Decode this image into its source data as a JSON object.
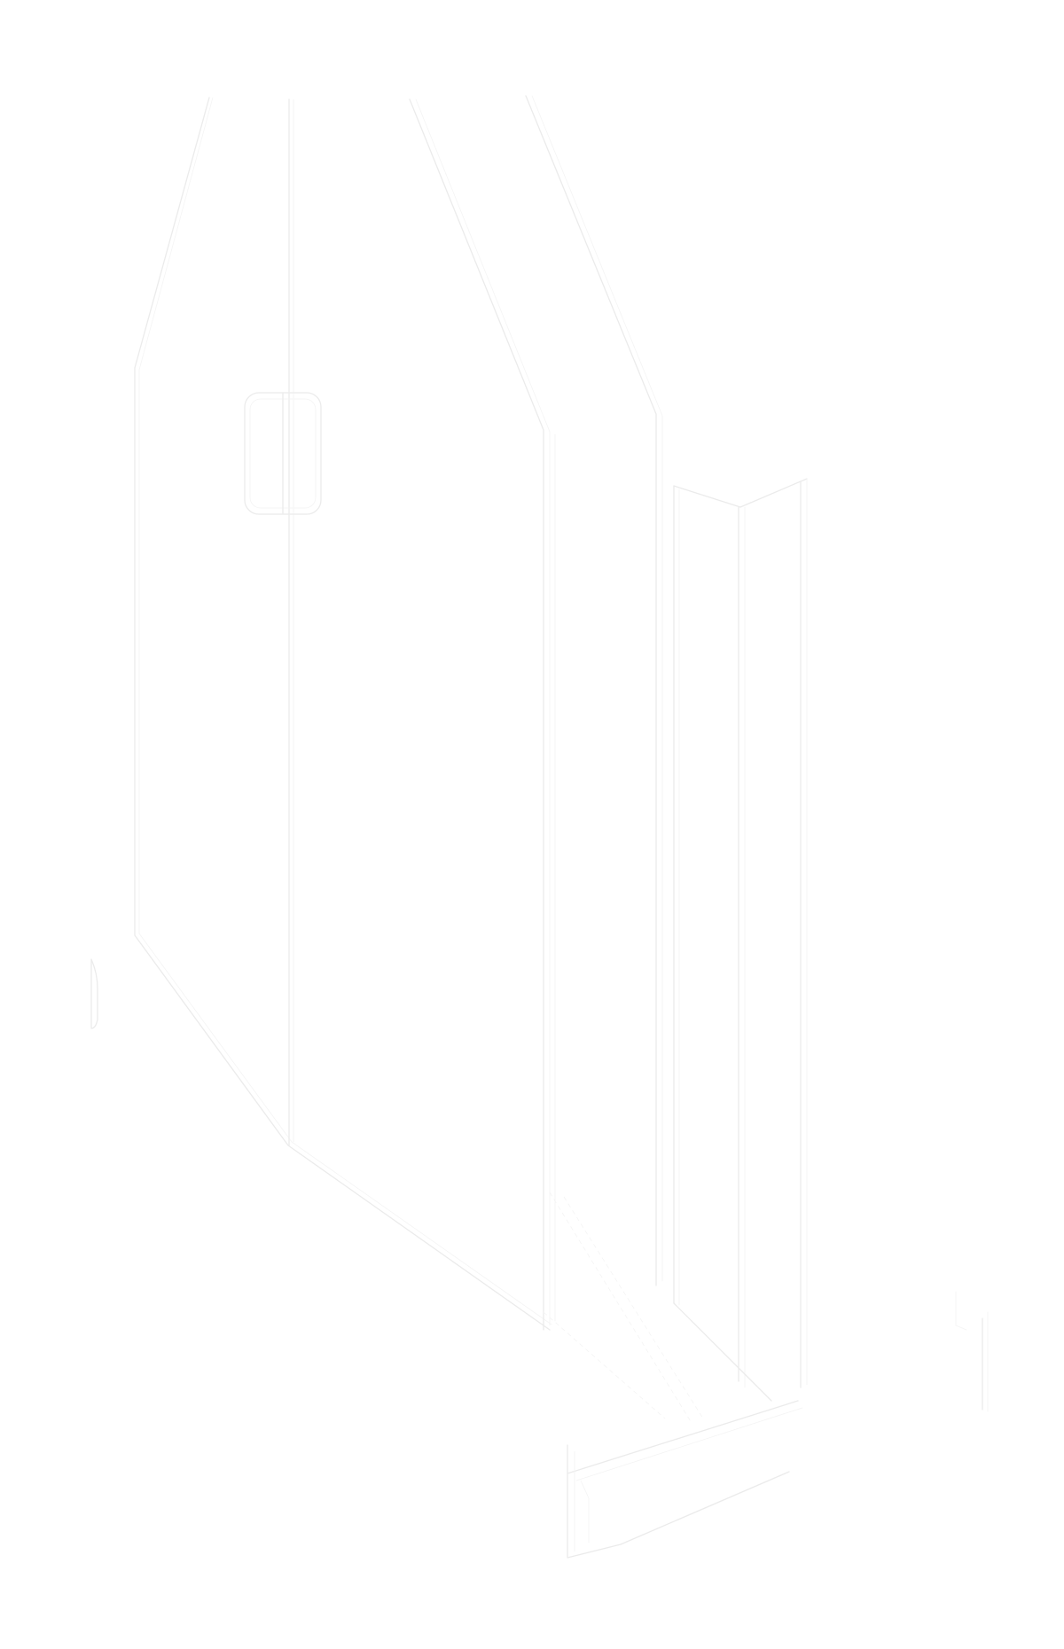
{
  "diagram": {
    "background_color": "#ffffff",
    "line_color": "#ebebeb",
    "line_color_faint": "#f4f4f4",
    "parts": [
      {
        "name": "front-panel"
      },
      {
        "name": "door-handle"
      },
      {
        "name": "middle-panel"
      },
      {
        "name": "rear-panel"
      },
      {
        "name": "side-profile"
      },
      {
        "name": "base-plinth"
      },
      {
        "name": "end-bracket-left"
      },
      {
        "name": "end-bracket-right"
      },
      {
        "name": "corner-foot"
      }
    ]
  }
}
